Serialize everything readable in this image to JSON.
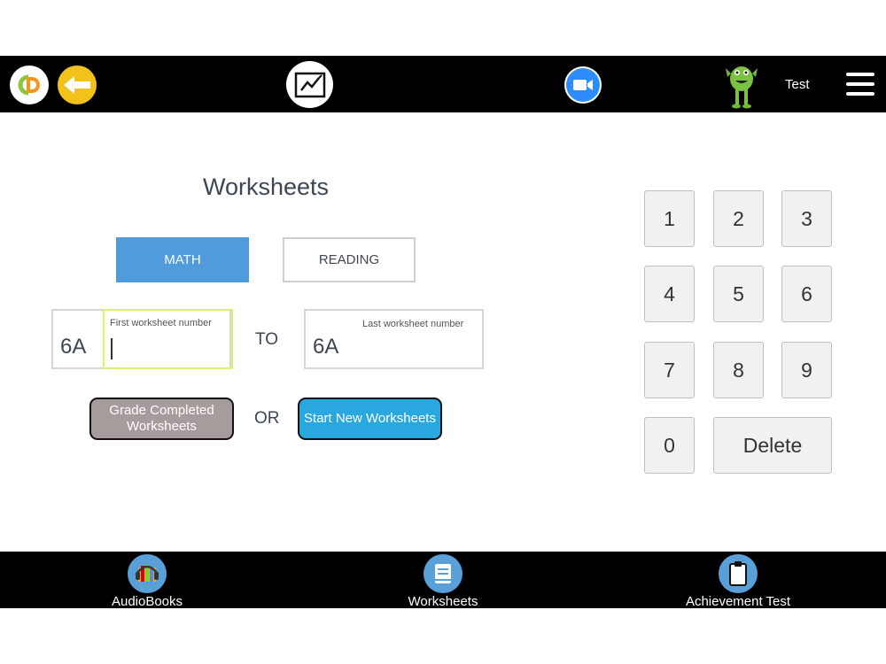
{
  "header": {
    "user_name": "Test",
    "icons": [
      "app-logo-icon",
      "back-arrow-icon",
      "whiteboard-icon",
      "video-camera-icon",
      "monster-avatar-icon",
      "hamburger-menu-icon"
    ]
  },
  "main": {
    "title": "Worksheets",
    "tabs": [
      {
        "label": "MATH",
        "active": true
      },
      {
        "label": "READING",
        "active": false
      }
    ],
    "first_field": {
      "prefix": "6A",
      "placeholder": "First worksheet number",
      "value": ""
    },
    "to_label": "TO",
    "last_field": {
      "prefix": "6A",
      "placeholder": "Last worksheet number",
      "value": ""
    },
    "grade_button": "Grade Completed Worksheets",
    "or_label": "OR",
    "start_button": "Start New Worksheets"
  },
  "keypad": {
    "keys": [
      "1",
      "2",
      "3",
      "4",
      "5",
      "6",
      "7",
      "8",
      "9",
      "0"
    ],
    "delete_label": "Delete"
  },
  "bottom_nav": {
    "items": [
      {
        "label": "AudioBooks",
        "icon": "audiobooks-icon"
      },
      {
        "label": "Worksheets",
        "icon": "worksheet-book-icon"
      },
      {
        "label": "Achievement Test",
        "icon": "clipboard-icon"
      }
    ]
  },
  "colors": {
    "bar": "#000000",
    "math_tab": "#4f9bdb",
    "start_button": "#29a8e0",
    "grade_button": "#a79c9c",
    "back_button": "#f2c21b",
    "video_button": "#2d8cff",
    "focus_outline": "#e2ee6c"
  }
}
